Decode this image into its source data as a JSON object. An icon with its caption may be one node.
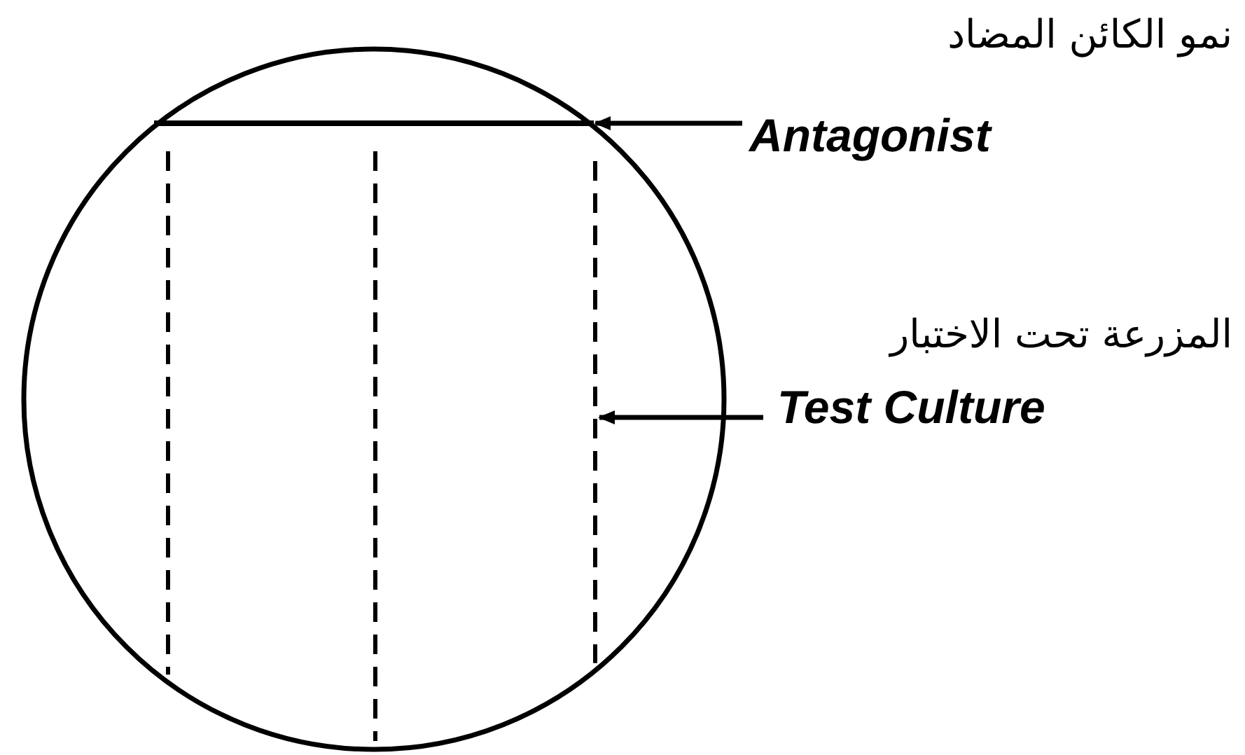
{
  "diagram": {
    "nodes": [
      {
        "text": [],
        "shape": "circle"
      },
      {
        "text": [],
        "shape": "bar",
        "in": 0
      },
      {
        "text": [],
        "shape": "bar",
        "in": 0
      },
      {
        "text": [],
        "shape": "bar",
        "in": 0
      },
      {
        "text": [],
        "shape": "bar",
        "in": 0
      },
      {
        "text": [
          "نمو الكائن المضاد",
          "Antagonist"
        ]
      },
      {
        "text": [
          "المزرعة تحت الاختبار",
          "Test Culture"
        ]
      }
    ],
    "edges": [
      {
        "from": 5,
        "to": 1,
        "arrow": "to"
      },
      {
        "from": 6,
        "to": 4,
        "arrow": "to"
      }
    ]
  }
}
